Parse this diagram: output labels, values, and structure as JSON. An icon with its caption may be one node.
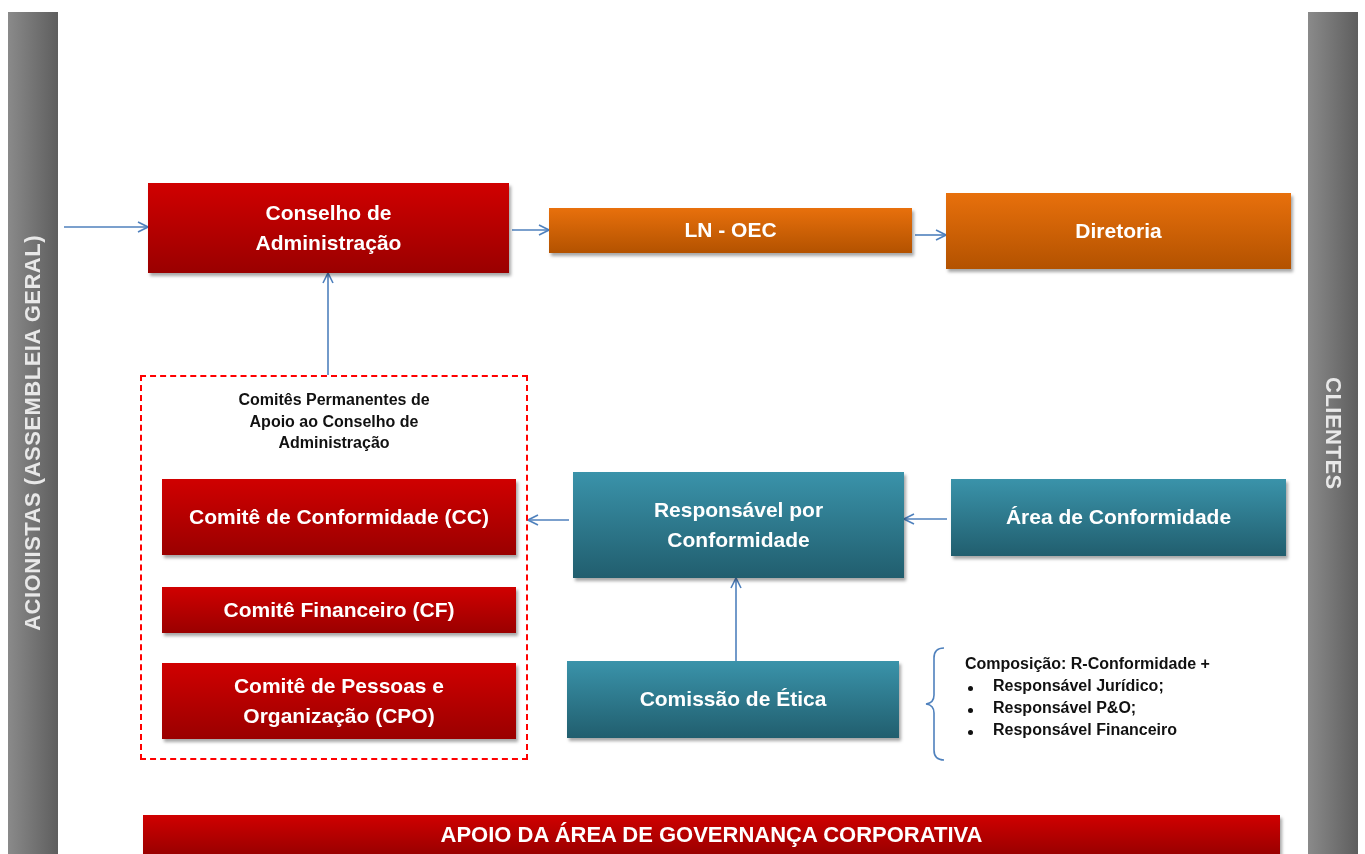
{
  "diagram": {
    "nodes": [
      {
        "text": [
          "ACIONISTAS (ASSEMBLEIA GERAL)"
        ]
      },
      {
        "text": [
          "Conselho de Administração"
        ]
      },
      {
        "text": [
          "LN - OEC"
        ]
      },
      {
        "text": [
          "Diretoria"
        ]
      },
      {
        "text": [
          "CLIENTES"
        ]
      },
      {
        "text": [
          "Comitês Permanentes de Apoio ao Conselho de Administração"
        ]
      },
      {
        "text": [
          "Comitê de Conformidade (CC)"
        ],
        "in": 5
      },
      {
        "text": [
          "Comitê Financeiro (CF)"
        ],
        "in": 5
      },
      {
        "text": [
          "Comitê de Pessoas e Organização (CPO)"
        ],
        "in": 5
      },
      {
        "text": [
          "Responsável por Conformidade"
        ]
      },
      {
        "text": [
          "Área de Conformidade"
        ]
      },
      {
        "text": [
          "Comissão de Ética"
        ],
        "beside": [
          "Composição: R-Conformidade +",
          "Responsável Jurídico;",
          "Responsável P&O;",
          "Responsável Financeiro"
        ]
      },
      {
        "text": [
          "APOIO DA ÁREA DE GOVERNANÇA CORPORATIVA"
        ]
      }
    ],
    "edges": [
      {
        "from": 0,
        "to": 1,
        "arrow": "to"
      },
      {
        "from": 1,
        "to": 2,
        "arrow": "to"
      },
      {
        "from": 2,
        "to": 3,
        "arrow": "to"
      },
      {
        "from": 5,
        "to": 1,
        "arrow": "to"
      },
      {
        "from": 9,
        "to": 5,
        "arrow": "to"
      },
      {
        "from": 10,
        "to": 9,
        "arrow": "to"
      },
      {
        "from": 11,
        "to": 9,
        "arrow": "to"
      }
    ]
  }
}
